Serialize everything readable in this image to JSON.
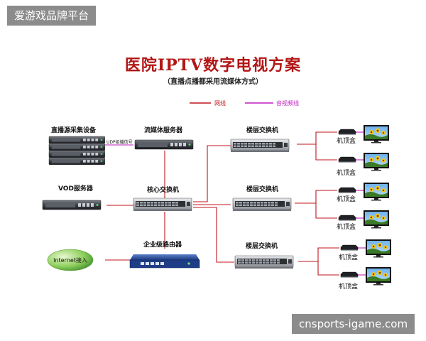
{
  "watermarks": {
    "top": "爱游戏品牌平台",
    "bottom": "cnsports-igame.com"
  },
  "diagram": {
    "title": "医院IPTV数字电视方案",
    "subtitle": "（直播点播都采用流媒体方式）",
    "legend": {
      "network": "网线",
      "av": "音视频线"
    },
    "colors": {
      "network": "#c0161e",
      "av": "#c020c0",
      "title": "#b31616"
    },
    "nodes": {
      "source": "直播源采集设备",
      "udp": "UDP组播信号",
      "stream_server": "流媒体服务器",
      "vod_server": "VOD服务器",
      "core_switch": "核心交换机",
      "router": "企业级路由器",
      "internet": "Internet接入",
      "floor_switch": "楼层交换机",
      "stb": "机顶盒"
    }
  }
}
